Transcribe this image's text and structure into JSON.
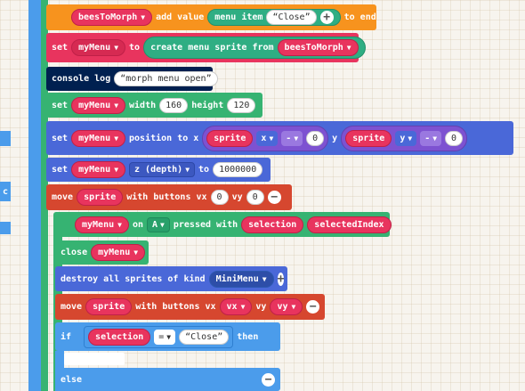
{
  "colors": {
    "variables": "#e8345e",
    "sprites": "#4a68d8",
    "orange": "#f7931e",
    "navy": "#002050",
    "green_set": "#36b372",
    "blue": "#4b9ceb",
    "loops_teal": "#28b08a",
    "red_move": "#d6472f"
  },
  "icons": [
    "plus-icon",
    "minus-icon",
    "dropdown-arrow-icon",
    "quote-icon"
  ],
  "blocks": {
    "add_value": {
      "var": "beesToMorph",
      "text": "add value",
      "call": "menu item",
      "value": "Close",
      "suffix": "to end"
    },
    "set_menu": {
      "set": "set",
      "var": "myMenu",
      "to": "to",
      "call": "create menu sprite from",
      "arg": "beesToMorph"
    },
    "console_log": {
      "text": "console log",
      "value": "morph menu open"
    },
    "set_size": {
      "set": "set",
      "var": "myMenu",
      "width_label": "width",
      "width": "160",
      "height_label": "height",
      "height": "120"
    },
    "set_pos": {
      "set": "set",
      "var": "myMenu",
      "label": "position to x",
      "sprite1": "sprite",
      "prop1": "x",
      "op1": "-",
      "val1": "0",
      "y": "y",
      "sprite2": "sprite",
      "prop2": "y",
      "op2": "-",
      "val2": "0"
    },
    "set_z": {
      "set": "set",
      "var": "myMenu",
      "prop": "z (depth)",
      "to": "to",
      "value": "1000000"
    },
    "move1": {
      "move": "move",
      "sprite": "sprite",
      "label": "with buttons vx",
      "vx": "0",
      "vy_label": "vy",
      "vy": "0"
    },
    "on_pressed": {
      "var": "myMenu",
      "on": "on",
      "button": "A",
      "label": "pressed with",
      "arg1": "selection",
      "arg2": "selectedIndex"
    },
    "close": {
      "text": "close",
      "var": "myMenu"
    },
    "destroy": {
      "text": "destroy all sprites of kind",
      "kind": "MiniMenu"
    },
    "move2": {
      "move": "move",
      "sprite": "sprite",
      "label": "with buttons vx",
      "vx": "vx",
      "vy_label": "vy",
      "vy": "vy"
    },
    "if_block": {
      "if": "if",
      "var": "selection",
      "op": "=",
      "value": "Close",
      "then": "then"
    },
    "else_block": {
      "else": "else"
    },
    "left_snip": "c"
  }
}
